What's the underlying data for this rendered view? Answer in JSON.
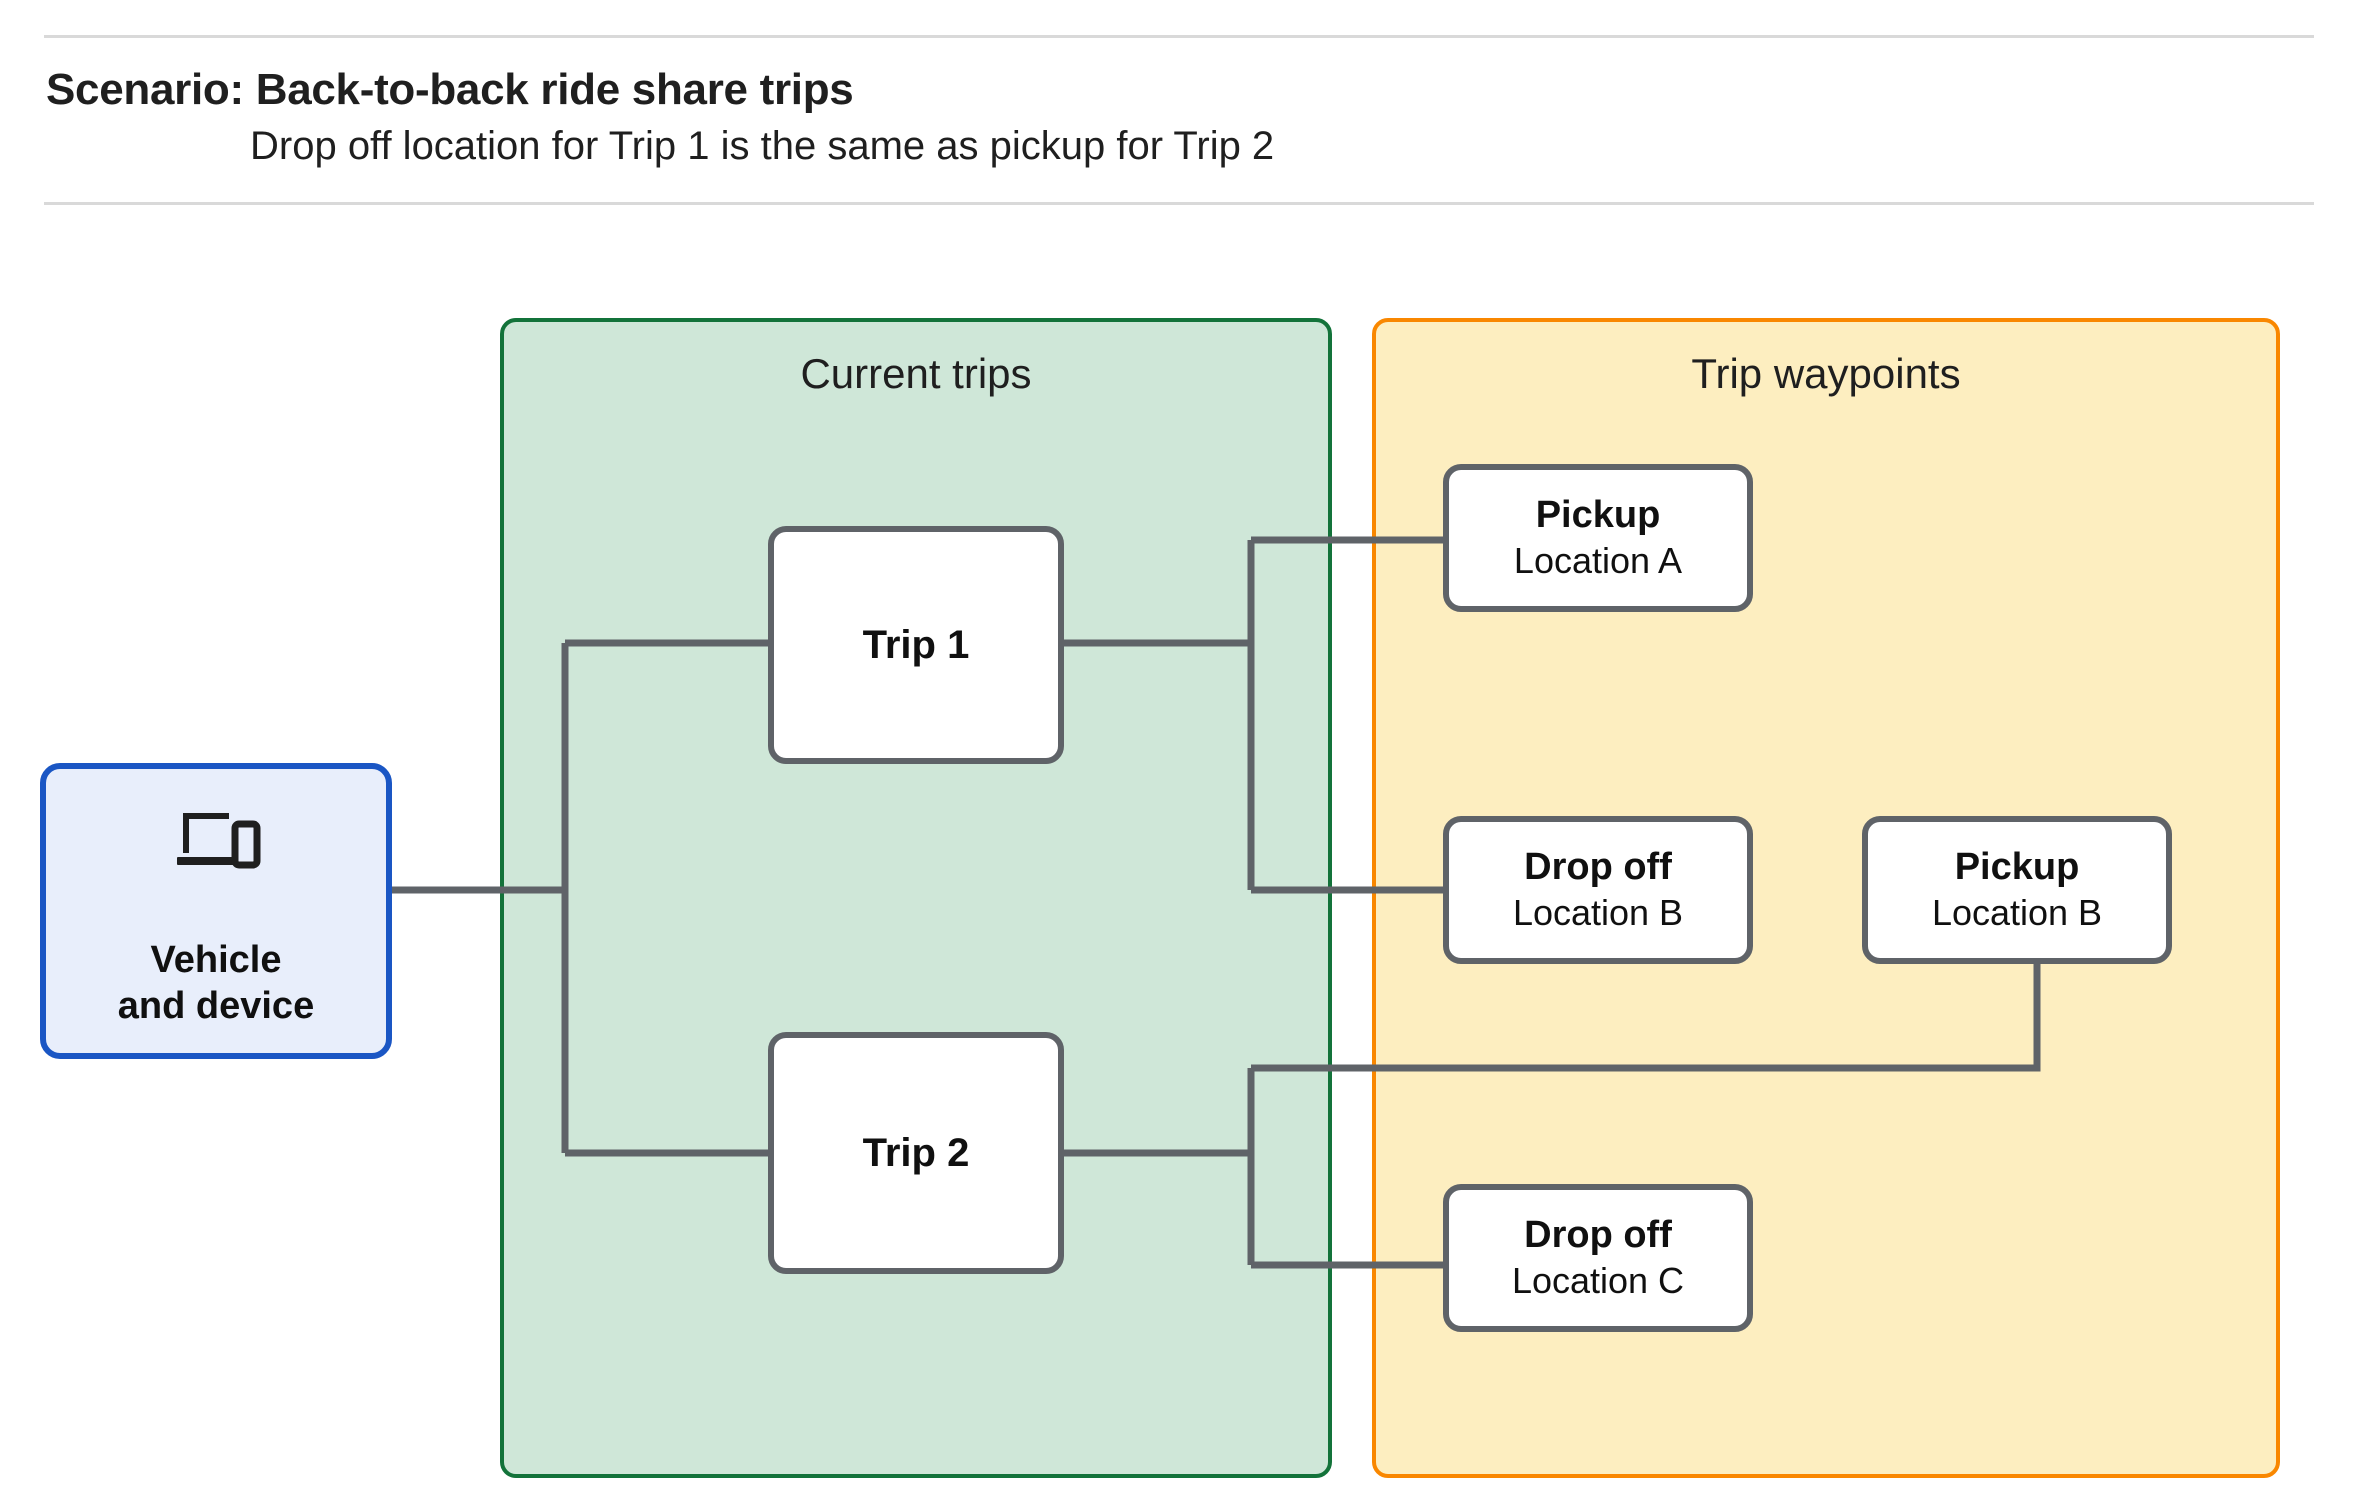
{
  "header": {
    "title": "Scenario: Back-to-back ride share trips",
    "subtitle": "Drop off  location for Trip 1 is the same as pickup for Trip 2"
  },
  "groups": {
    "current_trips": {
      "label": "Current trips",
      "fill": "#cfe7d8",
      "border": "#13733a"
    },
    "trip_waypoints": {
      "label": "Trip waypoints",
      "fill": "#fdeec0",
      "border": "#f98700"
    }
  },
  "nodes": {
    "vehicle": {
      "label": "Vehicle\nand device",
      "icon": "devices-icon",
      "fill": "#e8eefb",
      "border": "#1a56c4"
    },
    "trip_1": {
      "label": "Trip 1"
    },
    "trip_2": {
      "label": "Trip 2"
    },
    "pickup_a": {
      "title": "Pickup",
      "subtitle": "Location A"
    },
    "dropoff_b": {
      "title": "Drop off",
      "subtitle": "Location B"
    },
    "pickup_b": {
      "title": "Pickup",
      "subtitle": "Location B"
    },
    "dropoff_c": {
      "title": "Drop off",
      "subtitle": "Location C"
    }
  },
  "connector_color": "#5f6368"
}
